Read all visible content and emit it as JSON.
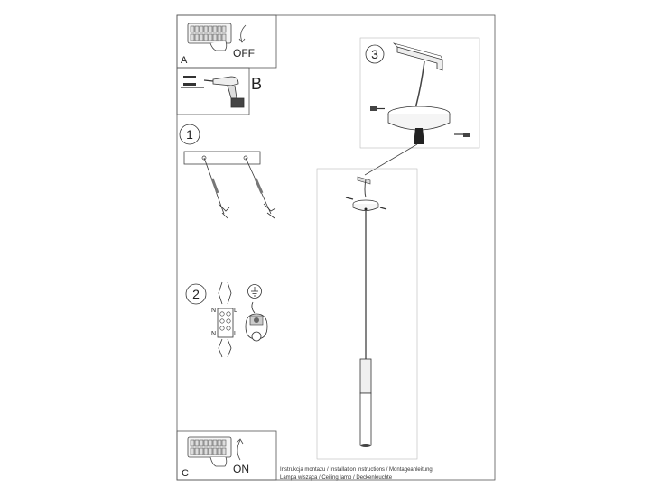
{
  "panels": {
    "A": {
      "letter": "A",
      "caption": "OFF"
    },
    "B": {
      "letter": "B"
    },
    "C": {
      "letter": "C",
      "caption": "ON"
    }
  },
  "steps": {
    "step1": "1",
    "step2": "2",
    "step3": "3"
  },
  "wiring": {
    "n_top": "N",
    "l_top": "L",
    "n_bottom": "N",
    "l_bottom": "L"
  },
  "footer": {
    "line1": "Instrukcja montażu / Installation instructions / Montageanleitung",
    "line2": "Lampa wisząca / Ceiling lamp / Deckenleuchte"
  },
  "icons": [
    "switch-off-icon",
    "drill-icon",
    "ground-icon",
    "switch-on-icon"
  ]
}
